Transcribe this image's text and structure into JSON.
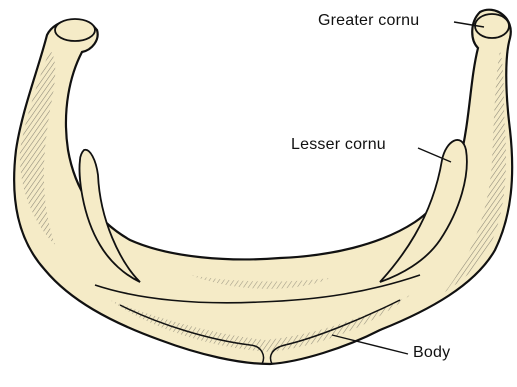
{
  "diagram": {
    "labels": {
      "greater_cornu": "Greater cornu",
      "lesser_cornu": "Lesser cornu",
      "body": "Body"
    },
    "colors": {
      "bone_fill": "#f5ebc7",
      "outline": "#111111",
      "background": "#ffffff"
    }
  }
}
